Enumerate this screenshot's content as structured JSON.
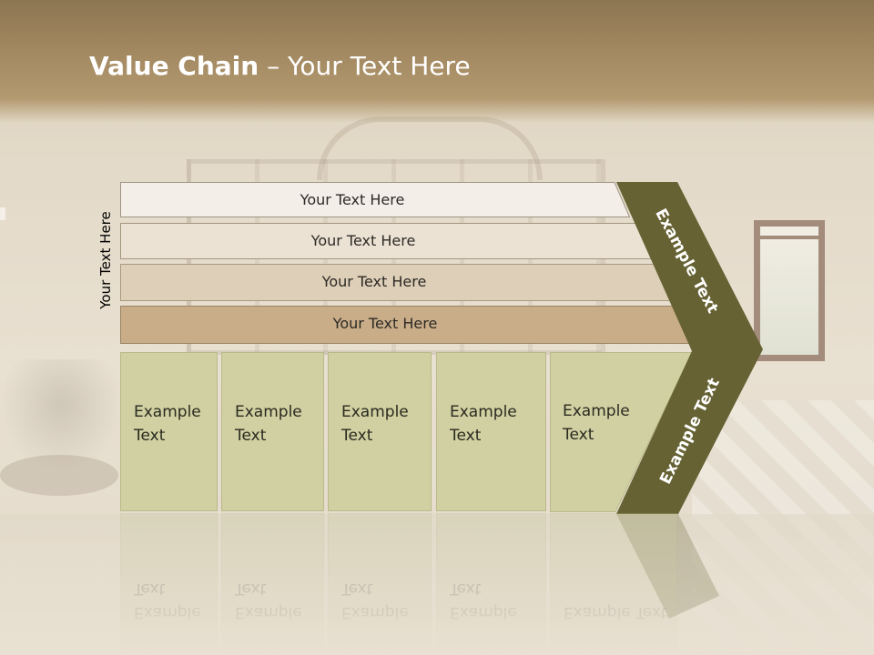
{
  "slide": {
    "title_bold": "Value Chain",
    "title_rest": " – Your Text Here",
    "vertical_label": "Your Text Here"
  },
  "bars": [
    {
      "label": "Your Text Here",
      "fill": "#f3eee8"
    },
    {
      "label": "Your Text Here",
      "fill": "#ece2d4"
    },
    {
      "label": "Your Text Here",
      "fill": "#ddcfb8"
    },
    {
      "label": "Your Text Here",
      "fill": "#c9ad88"
    }
  ],
  "boxes": [
    {
      "line1": "Example",
      "line2": "Text"
    },
    {
      "line1": "Example",
      "line2": "Text"
    },
    {
      "line1": "Example",
      "line2": "Text"
    },
    {
      "line1": "Example",
      "line2": "Text"
    },
    {
      "line1": "Example",
      "line2": "Text"
    }
  ],
  "chevron": {
    "upper_label": "Example Text",
    "lower_label": "Example Text",
    "color": "#666233"
  },
  "colors": {
    "box_fill": "#d0d0a2",
    "title_text": "#ffffff"
  }
}
